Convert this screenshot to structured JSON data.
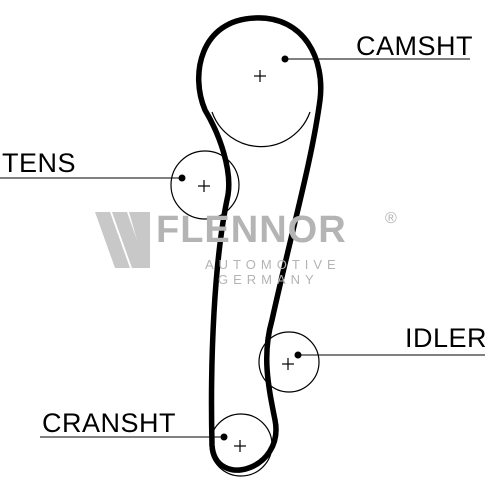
{
  "labels": {
    "camshaft": "CAMSHT",
    "tensioner": "TENS",
    "idler": "IDLER",
    "crankshaft": "CRANSHT"
  },
  "watermark": {
    "name": "FLENNOR",
    "registered": "®",
    "line1": "AUTOMOTIVE",
    "line2": "GERMANY",
    "color": "#b4b4b4"
  },
  "colors": {
    "belt": "#000000",
    "pulley": "#000000",
    "background": "#ffffff"
  }
}
